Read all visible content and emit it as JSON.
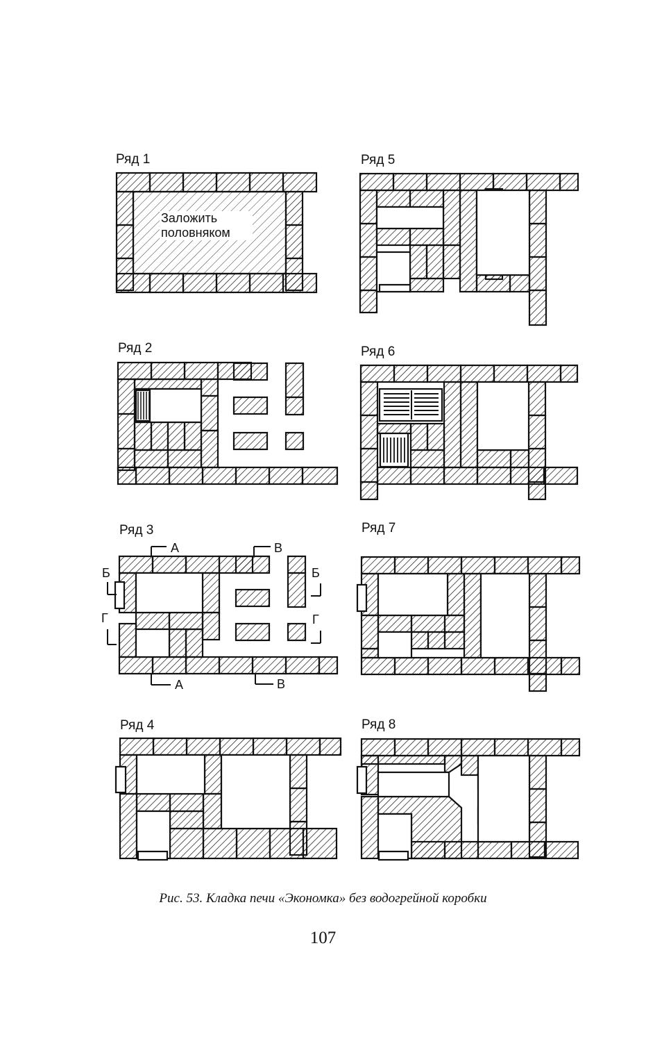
{
  "rows": [
    {
      "label": "Ряд 1",
      "note": "Заложить половняком"
    },
    {
      "label": "Ряд 2"
    },
    {
      "label": "Ряд 3"
    },
    {
      "label": "Ряд 4"
    },
    {
      "label": "Ряд 5"
    },
    {
      "label": "Ряд 6"
    },
    {
      "label": "Ряд 7"
    },
    {
      "label": "Ряд 8"
    }
  ],
  "section_marks": {
    "a": "А",
    "b": "Б",
    "v": "В",
    "g": "Г"
  },
  "caption": "Рис. 53. Кладка печи «Экономка» без водогрейной коробки",
  "page_number": "107"
}
